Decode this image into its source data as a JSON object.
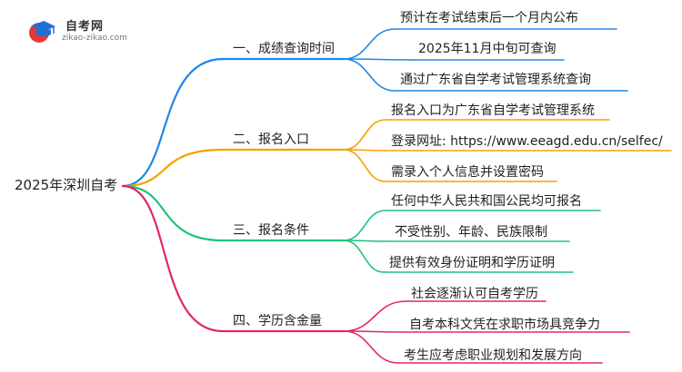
{
  "logo": {
    "title": "自考网",
    "subtitle": "zikao-zikao.com",
    "icon": "graduation-cap-icon"
  },
  "root": "2025年深圳自考",
  "colors": {
    "branch1": "#1e88e5",
    "branch2": "#f4a100",
    "branch3": "#1fc27a",
    "branch4": "#e5256a"
  },
  "branches": [
    {
      "title": "一、成绩查询时间",
      "leaves": [
        "预计在考试结束后一个月内公布",
        "2025年11月中旬可查询",
        "通过广东省自学考试管理系统查询"
      ]
    },
    {
      "title": "二、报名入口",
      "leaves": [
        "报名入口为广东省自学考试管理系统",
        "登录网址: https://www.eeagd.edu.cn/selfec/",
        "需录入个人信息并设置密码"
      ]
    },
    {
      "title": "三、报名条件",
      "leaves": [
        "任何中华人民共和国公民均可报名",
        "不受性别、年龄、民族限制",
        "提供有效身份证明和学历证明"
      ]
    },
    {
      "title": "四、学历含金量",
      "leaves": [
        "社会逐渐认可自考学历",
        "自考本科文凭在求职市场具竞争力",
        "考生应考虑职业规划和发展方向"
      ]
    }
  ]
}
